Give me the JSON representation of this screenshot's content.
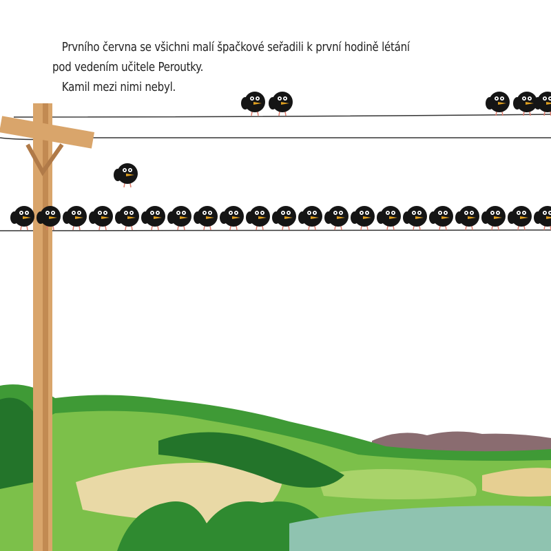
{
  "story": {
    "paragraph1_line1": "Prvního června se všichni malí špačkové seřadili k první hodině létání",
    "paragraph1_line2": "pod vedením učitele Peroutky.",
    "paragraph2": "Kamil mezi nimi nebyl."
  },
  "colors": {
    "pole": "#d9a56b",
    "wire": "#333333",
    "bird": "#151515",
    "beak": "#e0a020",
    "legs": "#e07a6a",
    "hill_dark": "#2e8a2e",
    "hill_light": "#7cc04a",
    "field": "#e9d9a6",
    "water": "#8fc3b0",
    "mountain": "#8a6c70"
  }
}
